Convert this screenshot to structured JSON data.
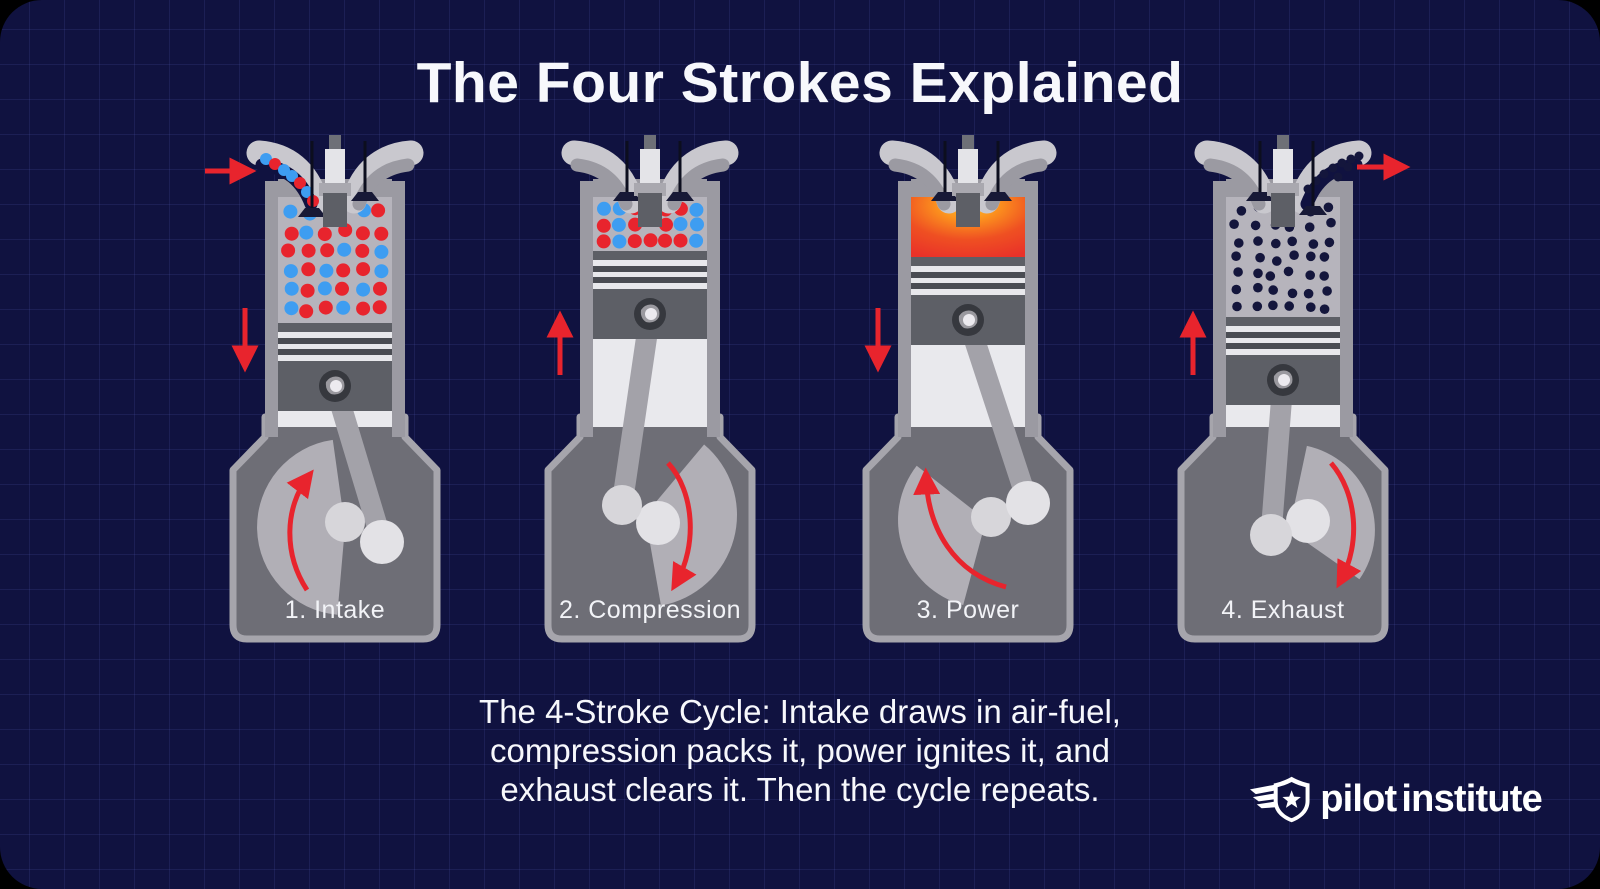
{
  "title": "The Four Strokes Explained",
  "caption": {
    "lines": [
      "The 4-Stroke Cycle: Intake draws in air-fuel,",
      "compression packs it, power ignites it, and",
      "exhaust clears it. Then the cycle repeats."
    ]
  },
  "logo": {
    "brand_first": "pilot",
    "brand_second": "institute",
    "icon": "winged-shield-star-icon"
  },
  "strokes": [
    {
      "id": "intake",
      "label": "1. Intake",
      "chamber_content": "air-fuel mixture",
      "piston_position": "bottom",
      "piston_motion": "down",
      "intake_valve": "open",
      "exhaust_valve": "closed",
      "gas_flow": "in through intake port",
      "flow_arrow": "left-in",
      "crank_rotation_arrow": "up-left"
    },
    {
      "id": "compression",
      "label": "2. Compression",
      "chamber_content": "compressed air-fuel mixture",
      "piston_position": "top",
      "piston_motion": "up",
      "intake_valve": "closed",
      "exhaust_valve": "closed",
      "gas_flow": "none",
      "flow_arrow": "none",
      "crank_rotation_arrow": "down-right"
    },
    {
      "id": "power",
      "label": "3. Power",
      "chamber_content": "combustion fire",
      "piston_position": "top",
      "piston_motion": "down",
      "intake_valve": "closed",
      "exhaust_valve": "closed",
      "gas_flow": "none",
      "flow_arrow": "none",
      "crank_rotation_arrow": "up-left"
    },
    {
      "id": "exhaust",
      "label": "4. Exhaust",
      "chamber_content": "exhaust gases",
      "piston_position": "bottom",
      "piston_motion": "up",
      "intake_valve": "closed",
      "exhaust_valve": "open",
      "gas_flow": "out through exhaust port",
      "flow_arrow": "right-out",
      "crank_rotation_arrow": "down-right"
    }
  ],
  "colors": {
    "background": "#101240",
    "grid_line": "#2a2f63",
    "text": "#f7f8fc",
    "accent_red": "#e8242d",
    "fuel_dot_red": "#e8242d",
    "fuel_dot_blue": "#3e9df1",
    "exhaust_dot": "#14163c",
    "metal_light": "#c9c8ce",
    "metal_mid": "#9b9aa2",
    "metal_dark": "#5d5f66",
    "chamber": "#b6b4bc",
    "cylinder_interior": "#e9e9ed",
    "crankcase": "#6e6e76",
    "crankcase_edge": "#a6a5ac",
    "rod": "#a3a2a9",
    "wedge": "#b1afb6",
    "ring_light": "#e8e8ec",
    "ring_dark": "#4a4c53",
    "pin_dark": "#36383e",
    "pin_mid": "#9a999f",
    "pin_light": "#eceaef",
    "valve_dark": "#171936",
    "plug_cap": "#6e7077",
    "plug_body": "#e4e4e8",
    "plug_collar": "#a9a8af",
    "fire_core": "#ffc528",
    "fire_mid1": "#fb8e1e",
    "fire_mid2": "#ef5022",
    "fire_edge": "#e93229",
    "crank_circle_a": "#d7d6da",
    "crank_circle_b": "#e3e2e6"
  }
}
